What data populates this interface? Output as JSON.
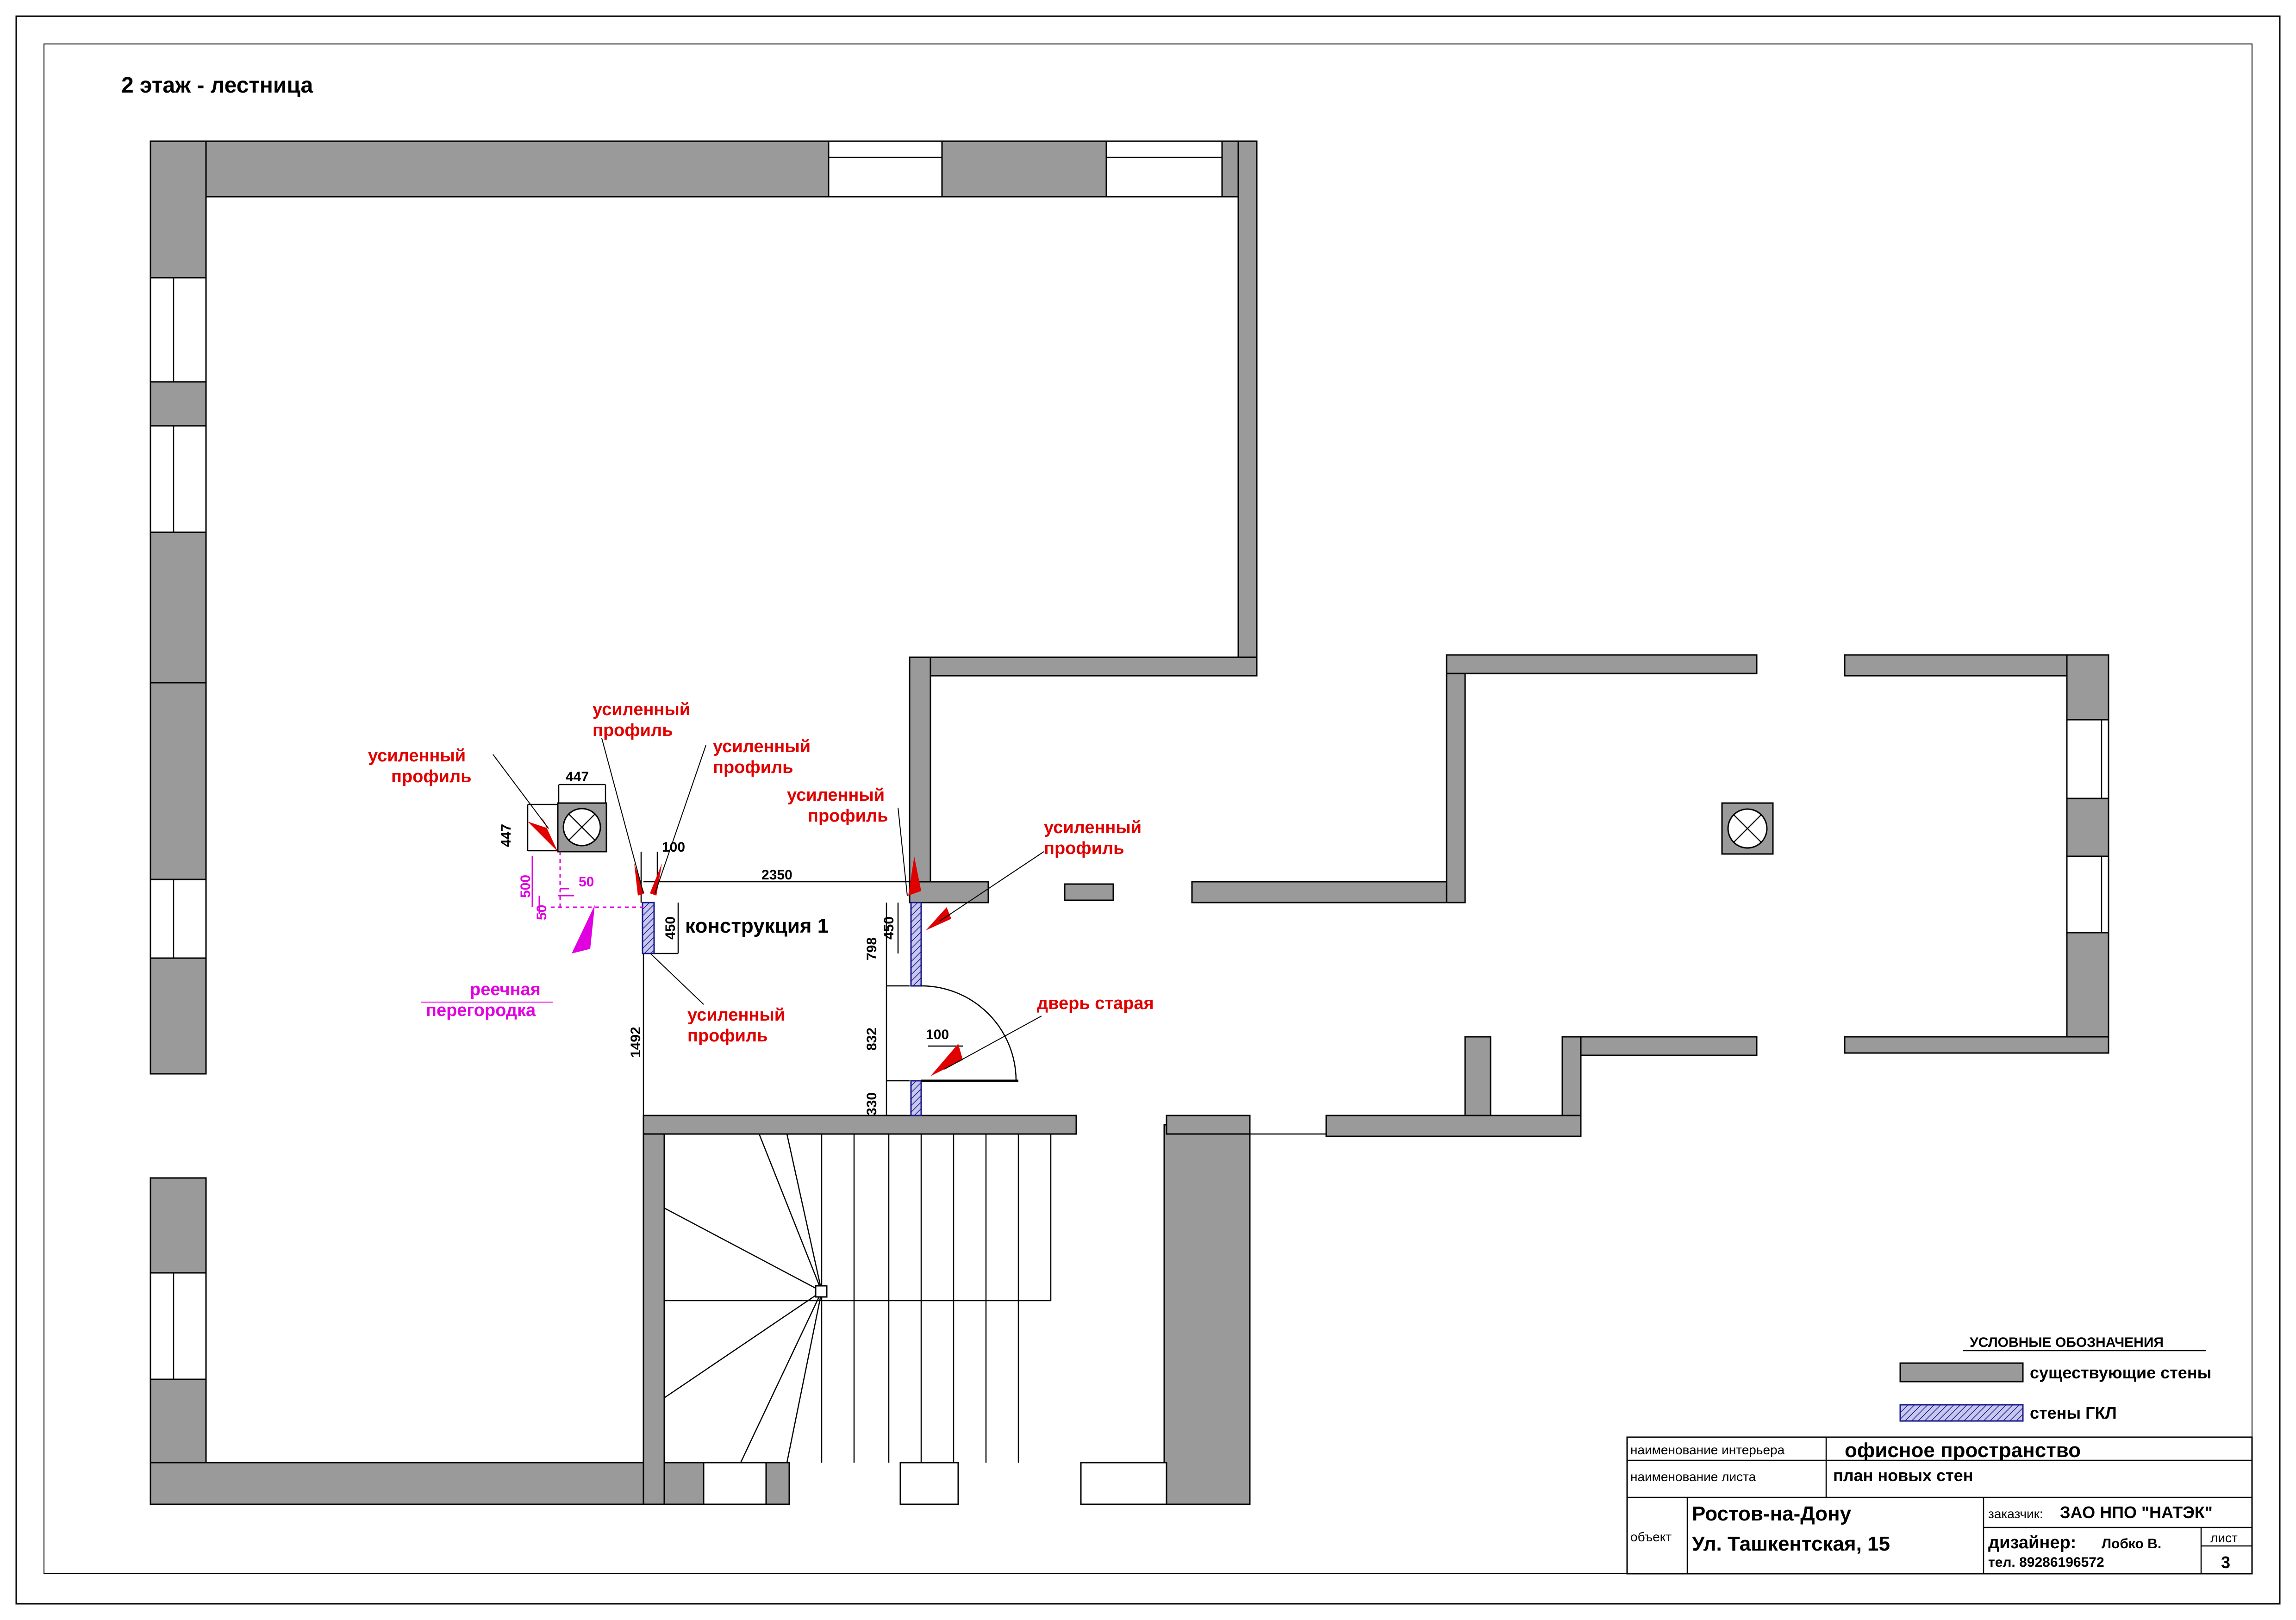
{
  "sheet": {
    "title": "2 этаж - лестница"
  },
  "labels": {
    "reinforced_1": [
      "усиленный",
      "профиль"
    ],
    "reinforced_2": [
      "усиленный",
      "профиль"
    ],
    "reinforced_3": [
      "усиленный",
      "профиль"
    ],
    "reinforced_4": [
      "усиленный",
      "профиль"
    ],
    "reinforced_5": [
      "усиленный",
      "профиль"
    ],
    "reinforced_6": [
      "усиленный",
      "профиль"
    ],
    "slat_partition": [
      "реечная",
      "перегородка"
    ],
    "construction": "конструкция 1",
    "old_door": "дверь старая"
  },
  "dimensions": {
    "col_w": "447",
    "col_h": "447",
    "d100_top": "100",
    "d2350": "2350",
    "d450_left": "450",
    "d450_right": "450",
    "d798": "798",
    "d832": "832",
    "d330": "330",
    "d1492": "1492",
    "d100_door": "100",
    "m500": "500",
    "m50_v": "50",
    "m50_h": "50"
  },
  "legend": {
    "heading": "УСЛОВНЫЕ ОБОЗНАЧЕНИЯ",
    "existing": "существующие стены",
    "gkl": "стены  ГКЛ"
  },
  "titleblock": {
    "interior_label": "наименование интерьера",
    "interior_value": "офисное пространство",
    "sheet_label": "наименование листа",
    "sheet_value": "план новых стен",
    "object_label": "объект",
    "object_line1": "Ростов-на-Дону",
    "object_line2": "Ул. Ташкентская, 15",
    "client_label": "заказчик:",
    "client_value": "ЗАО НПО \"НАТЭК\"",
    "designer_label": "дизайнер:",
    "designer_value": "Лобко В.",
    "phone": "тел. 89286196572",
    "list_label": "лист",
    "list_value": "3"
  },
  "colors": {
    "existing_wall": "#9a9a9a",
    "gkl_wall": "#1a1a8a",
    "annotation_red": "#e00000",
    "annotation_magenta": "#e000e0"
  }
}
